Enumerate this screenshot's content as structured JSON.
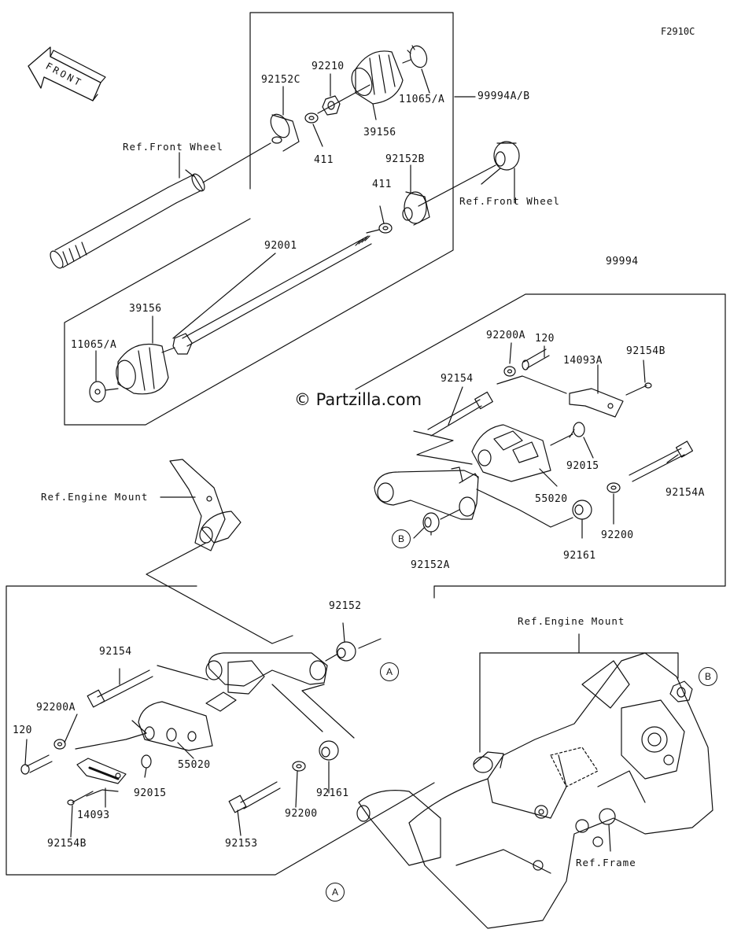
{
  "figure_code": "F2910C",
  "front_label": "FRONT",
  "watermark": "© Partzilla.com",
  "kit_assembly_label": "99994A/B",
  "kit_label": "99994",
  "refs": {
    "front_wheel_left": "Ref.Front Wheel",
    "front_wheel_right": "Ref.Front Wheel",
    "engine_mount_left": "Ref.Engine Mount",
    "engine_mount_right": "Ref.Engine Mount",
    "frame": "Ref.Frame"
  },
  "callouts": {
    "a": "A",
    "b": "B"
  },
  "parts": {
    "p92210": "92210",
    "p92152C": "92152C",
    "p11065A_top": "11065/A",
    "p39156_top": "39156",
    "p411_top": "411",
    "p411_mid": "411",
    "p92152B": "92152B",
    "p92001": "92001",
    "p39156_left": "39156",
    "p11065A_left": "11065/A",
    "p120_r": "120",
    "p92200A_r": "92200A",
    "p92154B_r": "92154B",
    "p14093A": "14093A",
    "p92154_r": "92154",
    "p92015_r": "92015",
    "p55020_r": "55020",
    "p92154A": "92154A",
    "p92200_r": "92200",
    "p92161_r": "92161",
    "p92152A": "92152A",
    "p92152_l": "92152",
    "p92154_l": "92154",
    "p92200A_l": "92200A",
    "p120_l": "120",
    "p55020_l": "55020",
    "p92015_l": "92015",
    "p14093": "14093",
    "p92154B_l": "92154B",
    "p92200_l": "92200",
    "p92161_l": "92161",
    "p92153": "92153"
  }
}
